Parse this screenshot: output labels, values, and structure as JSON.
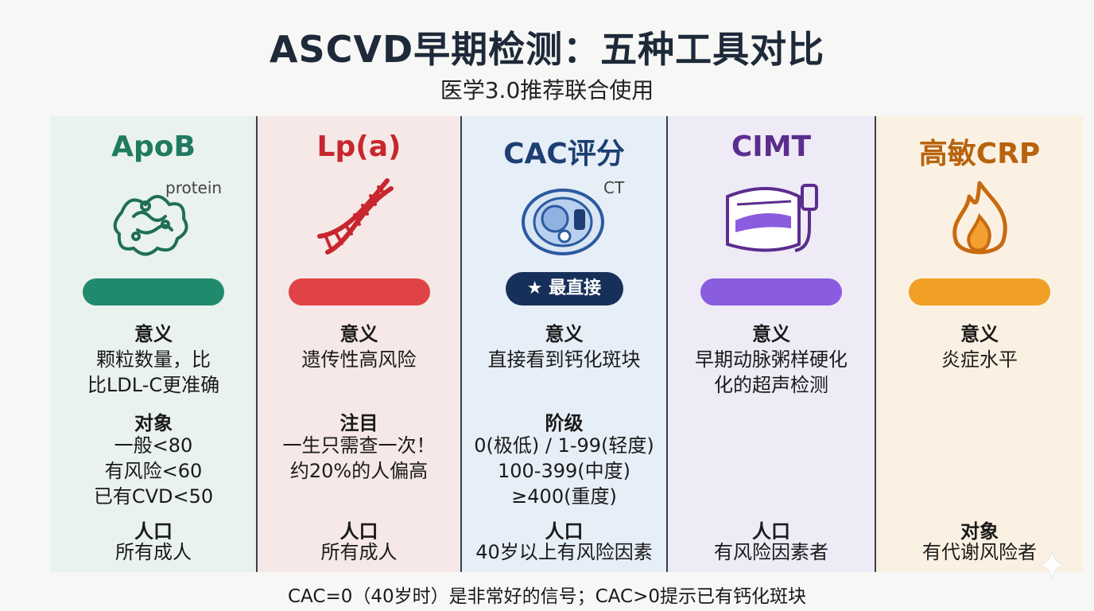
{
  "header": {
    "title": "ASCVD早期检测：五种工具对比",
    "subtitle": "医学3.0推荐联合使用"
  },
  "columns": [
    {
      "name": "ApoB",
      "color": "#1f7a5f",
      "bg": "#e9f2ed",
      "icon": "protein-molecule-icon",
      "icon_tag": "protein",
      "section1_label": "意义",
      "section1_text": "颗粒数量，比\n比LDL-C更准确",
      "section2_label": "对象",
      "section2_text": "一般<80\n有风险<60\n已有CVD<50",
      "section3_label": "人口",
      "section3_text": "所有成人"
    },
    {
      "name": "Lp(a)",
      "color": "#c8262e",
      "bg": "#f5e8e6",
      "icon": "dna-helix-icon",
      "section1_label": "意义",
      "section1_text": "遗传性高风险",
      "section2_label": "注目",
      "section2_text": "一生只需查一次！\n约20%的人偏高",
      "section3_label": "人口",
      "section3_text": "所有成人"
    },
    {
      "name": "CAC评分",
      "color": "#1d3f73",
      "bg": "#e6eef7",
      "icon": "ct-scan-icon",
      "icon_tag": "CT",
      "badge": "★ 最直接",
      "section1_label": "意义",
      "section1_text": "直接看到钙化斑块",
      "section2_label": "阶级",
      "section2_text": "0(极低) / 1-99(轻度)\n100-399(中度)\n≥400(重度)",
      "section3_label": "人口",
      "section3_text": "40岁以上有风险因素"
    },
    {
      "name": "CIMT",
      "color": "#5b2d8e",
      "bg": "#eeeaf6",
      "icon": "ultrasound-probe-icon",
      "section1_label": "意义",
      "section1_text": "早期动脉粥样硬化\n化的超声检测",
      "section3_label": "人口",
      "section3_text": "有风险因素者"
    },
    {
      "name": "高敏CRP",
      "color": "#b8630e",
      "bg": "#fbf1e2",
      "icon": "flame-icon",
      "section1_label": "意义",
      "section1_text": "炎症水平",
      "section3_label": "对象",
      "section3_text": "有代谢风险者"
    }
  ],
  "pill_colors": [
    "#1f8a6e",
    "#e04346",
    "#17305a",
    "#8a5ce0",
    "#f0a025"
  ],
  "footer": "CAC=0（40岁时）是非常好的信号；CAC>0提示已有钙化斑块"
}
